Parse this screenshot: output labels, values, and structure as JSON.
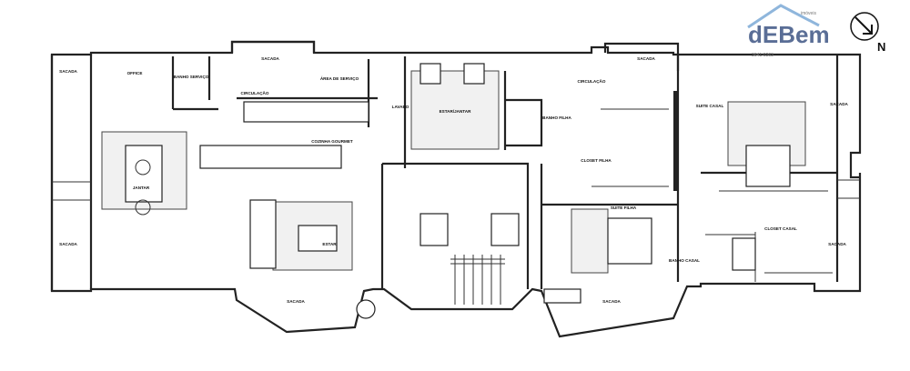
{
  "logo": {
    "text": "dEBem",
    "sub": "imóveis",
    "phone": "3641-0263"
  },
  "north_label": "N",
  "rooms": [
    {
      "id": "sacada-nw",
      "label": "SACADA"
    },
    {
      "id": "office",
      "label": "OFFICE"
    },
    {
      "id": "banho-servico",
      "label": "BANHO SERVIÇO"
    },
    {
      "id": "sacada-n1",
      "label": "SACADA"
    },
    {
      "id": "area-servico",
      "label": "ÁREA DE SERVIÇO"
    },
    {
      "id": "circulacao-1",
      "label": "CIRCULAÇÃO"
    },
    {
      "id": "lavabo",
      "label": "LAVABO"
    },
    {
      "id": "estar-jantar",
      "label": "ESTAR/JANTAR"
    },
    {
      "id": "banho-filha",
      "label": "BANHO FILHA"
    },
    {
      "id": "circulacao-2",
      "label": "CIRCULAÇÃO"
    },
    {
      "id": "sacada-n2",
      "label": "SACADA"
    },
    {
      "id": "suite-casal",
      "label": "SUITE CASAL"
    },
    {
      "id": "sacada-ne",
      "label": "SACADA"
    },
    {
      "id": "cozinha-gourmet",
      "label": "COZINHA GOURMET"
    },
    {
      "id": "closet-filha",
      "label": "CLOSET FILHA"
    },
    {
      "id": "jantar",
      "label": "JANTAR"
    },
    {
      "id": "estar",
      "label": "ESTAR"
    },
    {
      "id": "sacada-sw",
      "label": "SACADA"
    },
    {
      "id": "suite-filha",
      "label": "SUITE FILHA"
    },
    {
      "id": "closet-casal",
      "label": "CLOSET CASAL"
    },
    {
      "id": "sacada-se",
      "label": "SACADA"
    },
    {
      "id": "banho-casal",
      "label": "BANHO CASAL"
    },
    {
      "id": "sacada-s1",
      "label": "SACADA"
    },
    {
      "id": "sacada-s2",
      "label": "SACADA"
    }
  ]
}
